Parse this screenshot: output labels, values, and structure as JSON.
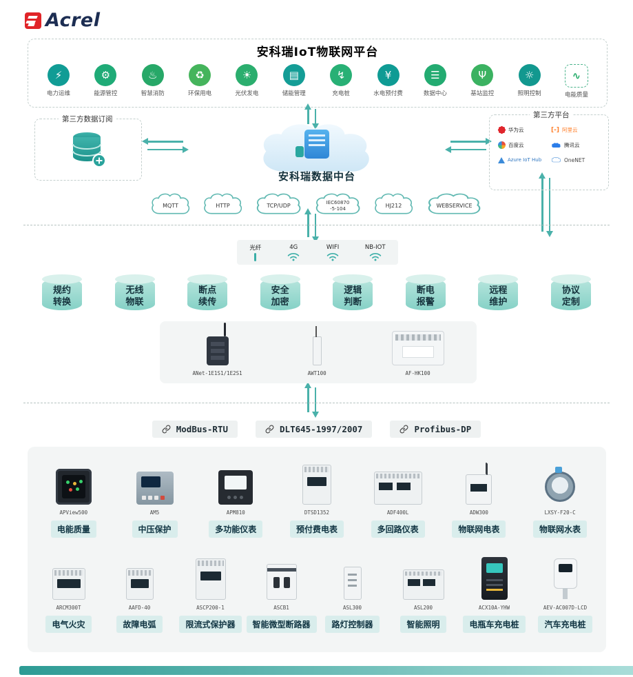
{
  "brand": {
    "name": "Acrel"
  },
  "title": "安科瑞IoT物联网平台",
  "apps": [
    {
      "label": "电力运维",
      "glyph": "⚡",
      "color": "#119c95"
    },
    {
      "label": "能源管控",
      "glyph": "⚙",
      "color": "#1fab77"
    },
    {
      "label": "智慧消防",
      "glyph": "♨",
      "color": "#27a868"
    },
    {
      "label": "环保用电",
      "glyph": "♻",
      "color": "#45b45c"
    },
    {
      "label": "光伏发电",
      "glyph": "☀",
      "color": "#2bae6e"
    },
    {
      "label": "储能管理",
      "glyph": "▤",
      "color": "#149d96"
    },
    {
      "label": "充电桩",
      "glyph": "↯",
      "color": "#28b075"
    },
    {
      "label": "水电预付费",
      "glyph": "¥",
      "color": "#0f9b94"
    },
    {
      "label": "数据中心",
      "glyph": "☰",
      "color": "#23ab71"
    },
    {
      "label": "基站监控",
      "glyph": "Ψ",
      "color": "#3bb261"
    },
    {
      "label": "照明控制",
      "glyph": "☼",
      "color": "#12988f"
    },
    {
      "label": "电能质量",
      "glyph": "∿",
      "color": "#2bae6e"
    }
  ],
  "data_subscription": {
    "title": "第三方数据订阅"
  },
  "data_center_label": "安科瑞数据中台",
  "third_party": {
    "title": "第三方平台",
    "ali_glyph": "[-]",
    "platforms": [
      "华为云",
      "阿里云",
      "百度云",
      "腾讯云",
      "Azure IoT Hub",
      "OneNET"
    ]
  },
  "protocol_clouds": [
    {
      "line1": "MQTT",
      "line2": ""
    },
    {
      "line1": "HTTP",
      "line2": ""
    },
    {
      "line1": "TCP/UDP",
      "line2": ""
    },
    {
      "line1": "IEC60870",
      "line2": "-5-104"
    },
    {
      "line1": "HJ212",
      "line2": ""
    },
    {
      "line1": "WEBSERVICE",
      "line2": ""
    }
  ],
  "connectivity": [
    {
      "label": "光纤"
    },
    {
      "label": "4G"
    },
    {
      "label": "WIFI"
    },
    {
      "label": "NB-IOT"
    }
  ],
  "capabilities": [
    "规约转换",
    "无线物联",
    "断点续传",
    "安全加密",
    "逻辑判断",
    "断电报警",
    "远程维护",
    "协议定制"
  ],
  "gateways": [
    {
      "model": "ANet-1E1S1/1E2S1"
    },
    {
      "model": "AWT100"
    },
    {
      "model": "AF-HK100"
    }
  ],
  "bus_protocols": [
    {
      "label": "ModBus-RTU"
    },
    {
      "label": "DLT645-1997/2007"
    },
    {
      "label": "Profibus-DP"
    }
  ],
  "products_row1": [
    {
      "model": "APView500",
      "label": "电能质量"
    },
    {
      "model": "AM5",
      "label": "中压保护"
    },
    {
      "model": "APM810",
      "label": "多功能仪表"
    },
    {
      "model": "DTSD1352",
      "label": "预付费电表"
    },
    {
      "model": "ADF400L",
      "label": "多回路仪表"
    },
    {
      "model": "ADW300",
      "label": "物联网电表"
    },
    {
      "model": "LXSY-F20-C",
      "label": "物联网水表"
    }
  ],
  "products_row2": [
    {
      "model": "ARCM300T",
      "label": "电气火灾"
    },
    {
      "model": "AAFD-40",
      "label": "故障电弧"
    },
    {
      "model": "ASCP200-1",
      "label": "限流式保护器"
    },
    {
      "model": "ASCB1",
      "label": "智能微型断路器"
    },
    {
      "model": "ASL300",
      "label": "路灯控制器"
    },
    {
      "model": "ASL200",
      "label": "智能照明"
    },
    {
      "model": "ACX10A-YHW",
      "label": "电瓶车充电桩"
    },
    {
      "model": "AEV-AC007D-LCD",
      "label": "汽车充电桩"
    }
  ],
  "colors": {
    "accent": "#3aaca5",
    "chip_bg": "#d9edec",
    "chip_text": "#12323f",
    "logo_red": "#e02428"
  }
}
